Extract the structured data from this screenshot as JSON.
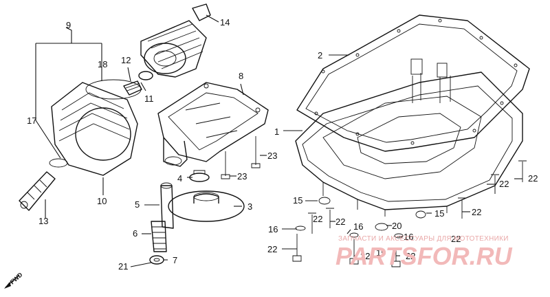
{
  "diagram": {
    "labels": {
      "p1": "1",
      "p2": "2",
      "p3": "3",
      "p4": "4",
      "p5": "5",
      "p6": "6",
      "p7": "7",
      "p8": "8",
      "p9": "9",
      "p10": "10",
      "p11": "11",
      "p12": "12",
      "p13": "13",
      "p14": "14",
      "p15a": "15",
      "p15b": "15",
      "p16a": "16",
      "p16b": "16",
      "p16c": "16",
      "p17": "17",
      "p18": "18",
      "p19": "19",
      "p20": "20",
      "p21": "21",
      "p22a": "22",
      "p22b": "22",
      "p22c": "22",
      "p22d": "22",
      "p22e": "22",
      "p22f": "22",
      "p22g": "22",
      "p22h": "22",
      "p22i": "22",
      "p23a": "23",
      "p23b": "23"
    },
    "fwd_marker": "FWD"
  },
  "watermark": {
    "caption": "ЗАПЧАСТИ И АКСЕССУАРЫ ДЛЯ МОТОТЕХНИКИ",
    "brand": "PARTSFOR.RU"
  }
}
